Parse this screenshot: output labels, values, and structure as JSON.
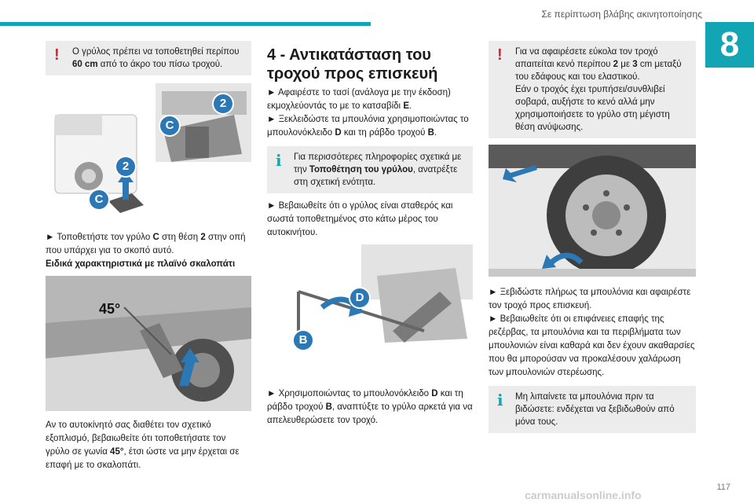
{
  "header": {
    "section_title": "Σε περίπτωση βλάβης ακινητοποίησης",
    "chapter": "8"
  },
  "page_number": "117",
  "watermark": "carmanualsonline.info",
  "col1": {
    "warning_a": "Ο γρύλος πρέπει να τοποθετηθεί περίπου ",
    "warning_b": "60 cm",
    "warning_c": " από το άκρο του πίσω τροχού.",
    "step_a": "► Τοποθετήστε τον γρύλο ",
    "step_b": "C",
    "step_c": " στη θέση ",
    "step_d": "2",
    "step_e": " στην οπή που υπάρχει για το σκοπό αυτό.",
    "subheading": "Ειδικά χαρακτηριστικά με πλαϊνό σκαλοπάτι",
    "angle_label": "45°",
    "para_a": "Αν το αυτοκίνητό σας διαθέτει τον σχετικό εξοπλισμό, βεβαιωθείτε ότι τοποθετήσατε τον γρύλο σε γωνία ",
    "para_b": "45°",
    "para_c": ", έτσι ώστε να μην έρχεται σε επαφή με το σκαλοπάτι."
  },
  "col2": {
    "heading": "4 - Αντικατάσταση του τροχού προς επισκευή",
    "s1_a": "► Αφαιρέστε το τασί (ανάλογα με την έκδοση) εκμοχλεύοντάς το με το κατσαβίδι ",
    "s1_b": "E",
    "s1_c": ".",
    "s2_a": "► Ξεκλειδώστε τα μπουλόνια χρησιμοποιώντας το μπουλονόκλειδο ",
    "s2_b": "D",
    "s2_c": " και τη ράβδο τροχού ",
    "s2_d": "B",
    "s2_e": ".",
    "info_a": "Για περισσότερες πληροφορίες σχετικά με την ",
    "info_b": "Τοποθέτηση του γρύλου",
    "info_c": ", ανατρέξτε στη σχετική ενότητα.",
    "s3": "► Βεβαιωθείτε ότι ο γρύλος είναι σταθερός και σωστά τοποθετημένος στο κάτω μέρος του αυτοκινήτου.",
    "s4_a": "► Χρησιμοποιώντας το μπουλονόκλειδο ",
    "s4_b": "D",
    "s4_c": " και τη ράβδο τροχού ",
    "s4_d": "B",
    "s4_e": ", αναπτύξτε το γρύλο αρκετά για να απελευθερώσετε τον τροχό."
  },
  "col3": {
    "warning_a": "Για να αφαιρέσετε εύκολα τον τροχό απαιτείται κενό περίπου ",
    "warning_b": "2",
    "warning_c": " με ",
    "warning_d": "3",
    "warning_e": " cm μεταξύ του εδάφους και του ελαστικού.",
    "warning_f": "Εάν ο τροχός έχει τρυπήσει/συνθλιβεί σοβαρά, αυξήστε το κενό αλλά μην χρησιμοποιήσετε το γρύλο στη μέγιστη θέση ανύψωσης.",
    "s1": "► Ξεβιδώστε πλήρως τα μπουλόνια και αφαιρέστε τον τροχό προς επισκευή.",
    "s2": "► Βεβαιωθείτε ότι οι επιφάνειες επαφής της ρεζέρβας, τα μπουλόνια και τα περιβλήματα των μπουλονιών είναι καθαρά και δεν έχουν ακαθαρσίες που θα μπορούσαν να προκαλέσουν χαλάρωση των μπουλονιών στερέωσης.",
    "info": "Μη λιπαίνετε τα μπουλόνια πριν τα βιδώσετε: ενδέχεται να ξεβιδωθούν από μόνα τους."
  },
  "badges": {
    "c": "C",
    "two": "2",
    "d": "D",
    "b": "B"
  },
  "colors": {
    "accent": "#12a5b4",
    "warning": "#e0202e",
    "badge": "#2b78b5",
    "box": "#ececec"
  }
}
